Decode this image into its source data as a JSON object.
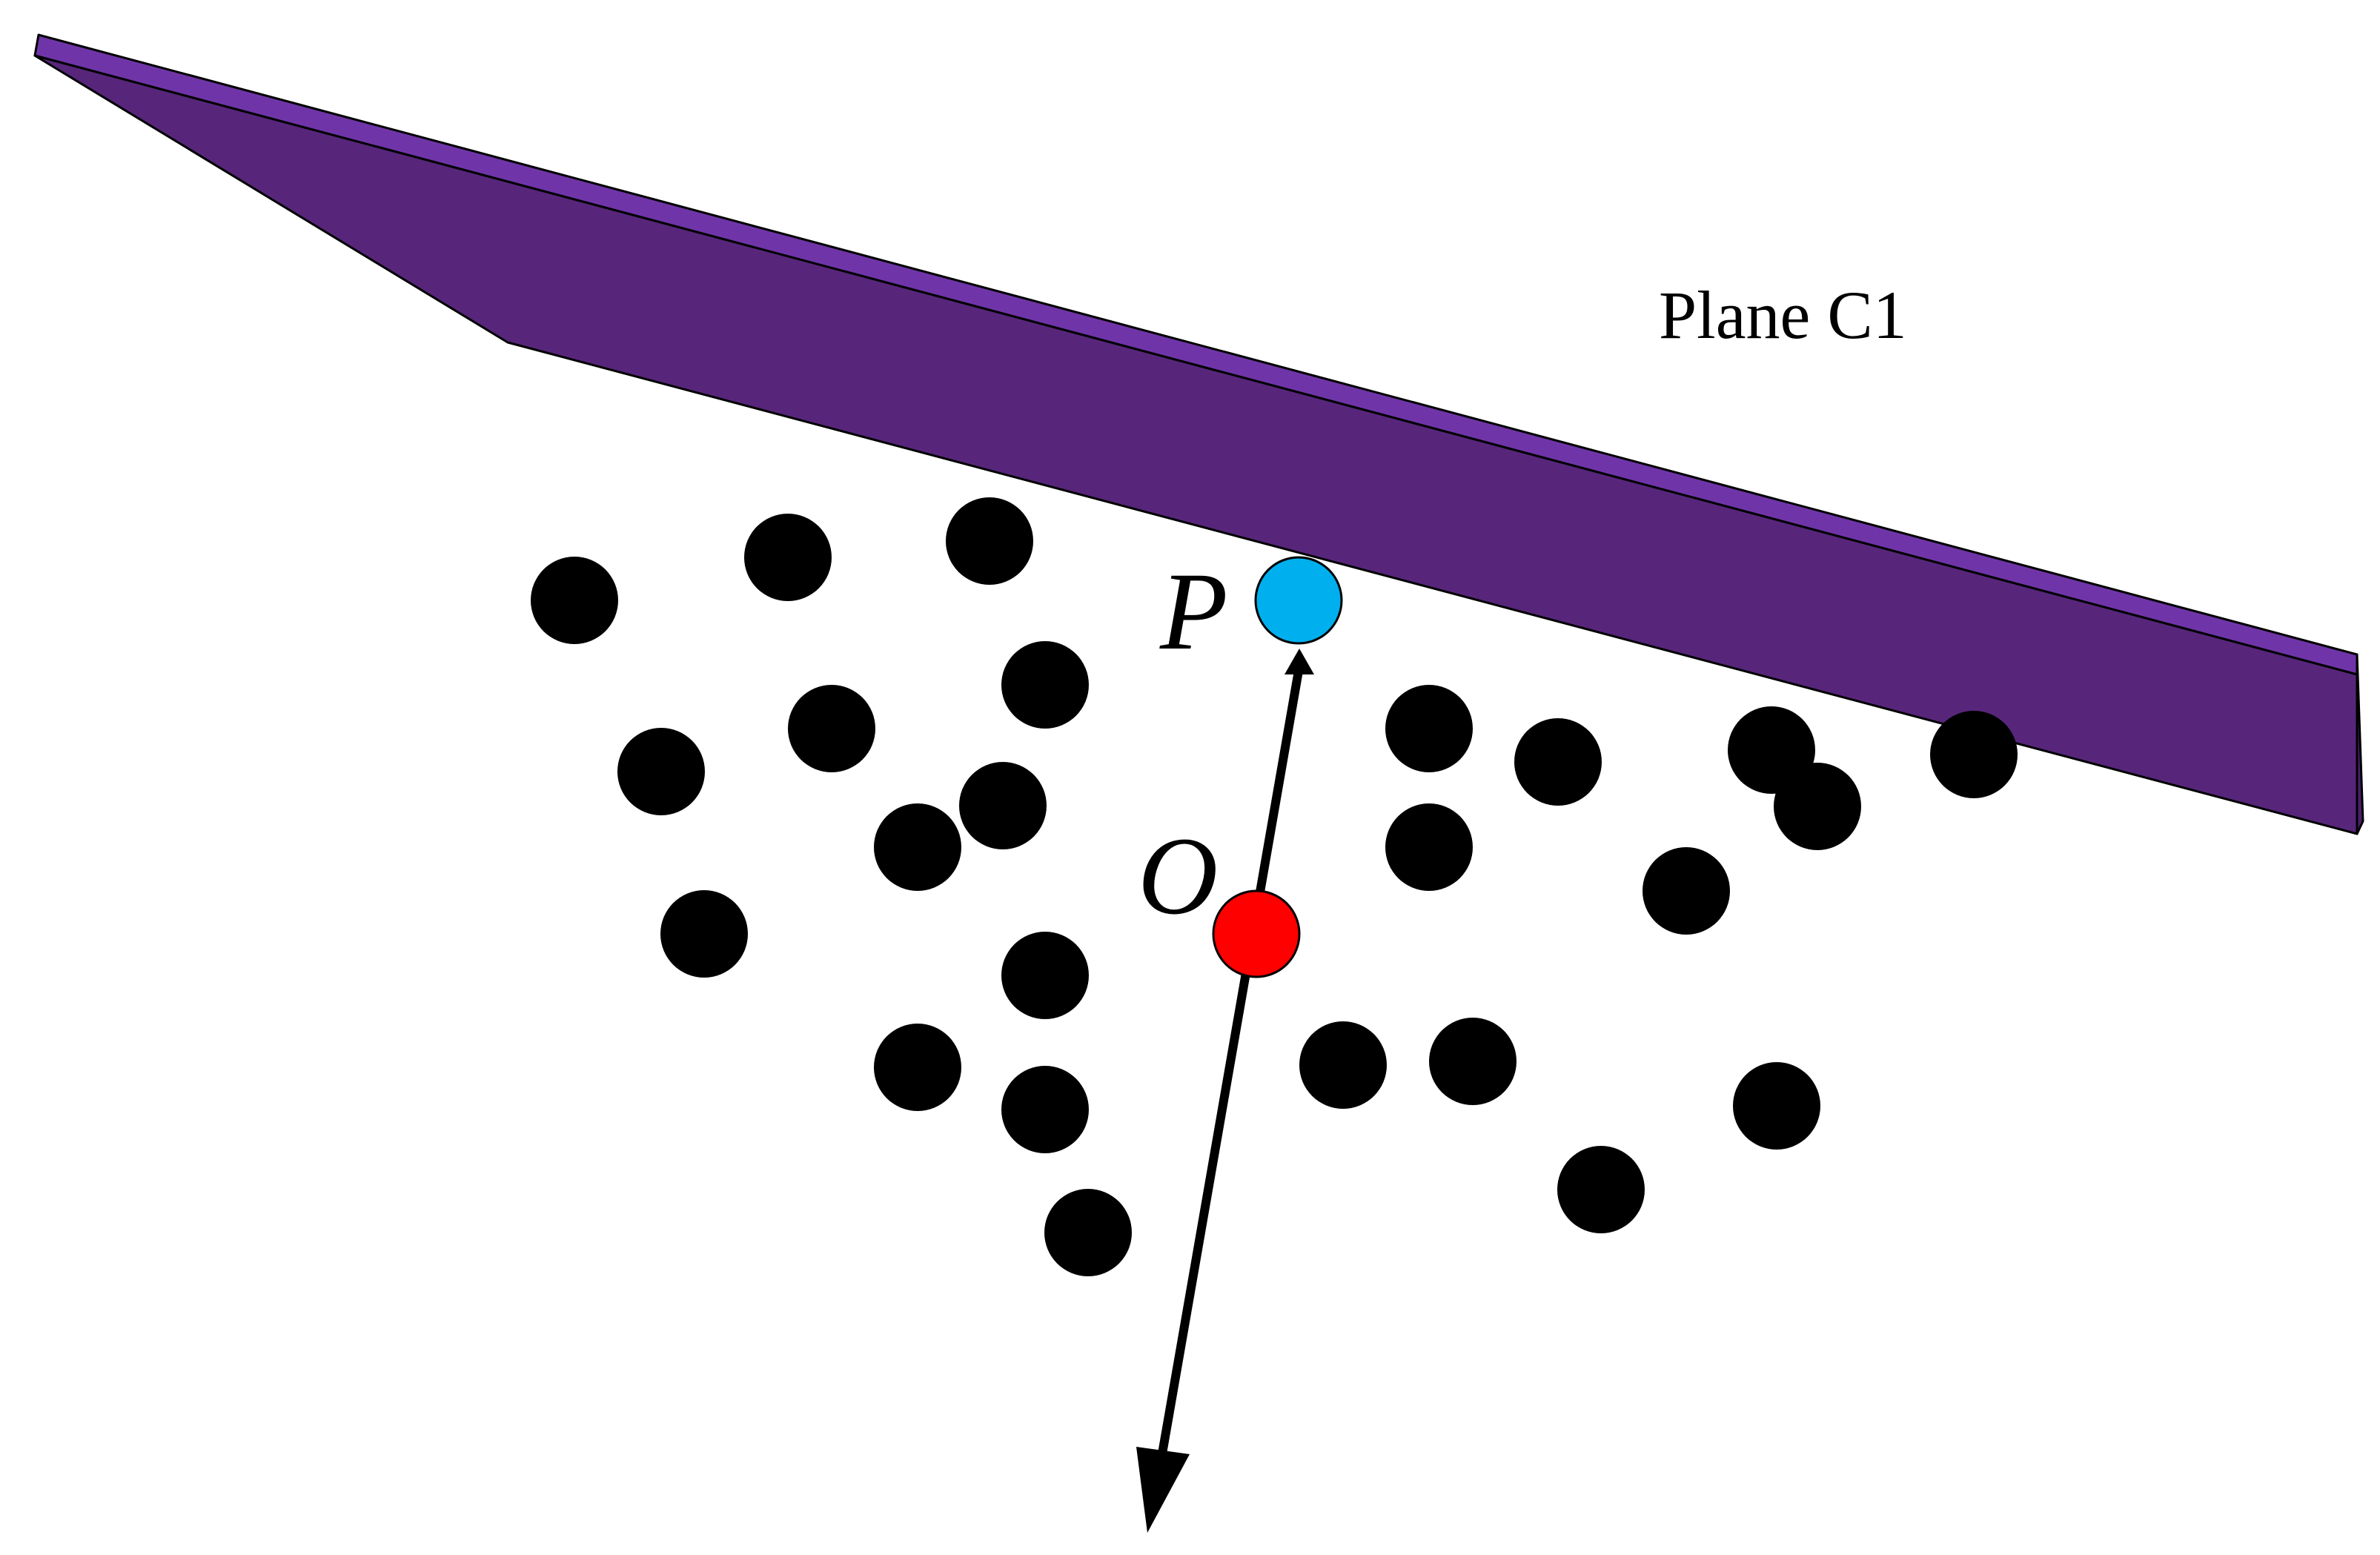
{
  "labels": {
    "plane": "Plane C1",
    "point_p": "P",
    "point_o": "O"
  },
  "icons": {
    "plane": "slanted-plane-slab",
    "points": "point-cloud-dots",
    "vector": "arrow-through-o-and-p"
  },
  "colors": {
    "plane_top": "#6f35a8",
    "plane_face": "#57267b",
    "plane_side": "#4a1f6d",
    "point_cloud": "#000000",
    "point_p": "#00b0ee",
    "point_o": "#ff0000",
    "arrow": "#000000"
  }
}
